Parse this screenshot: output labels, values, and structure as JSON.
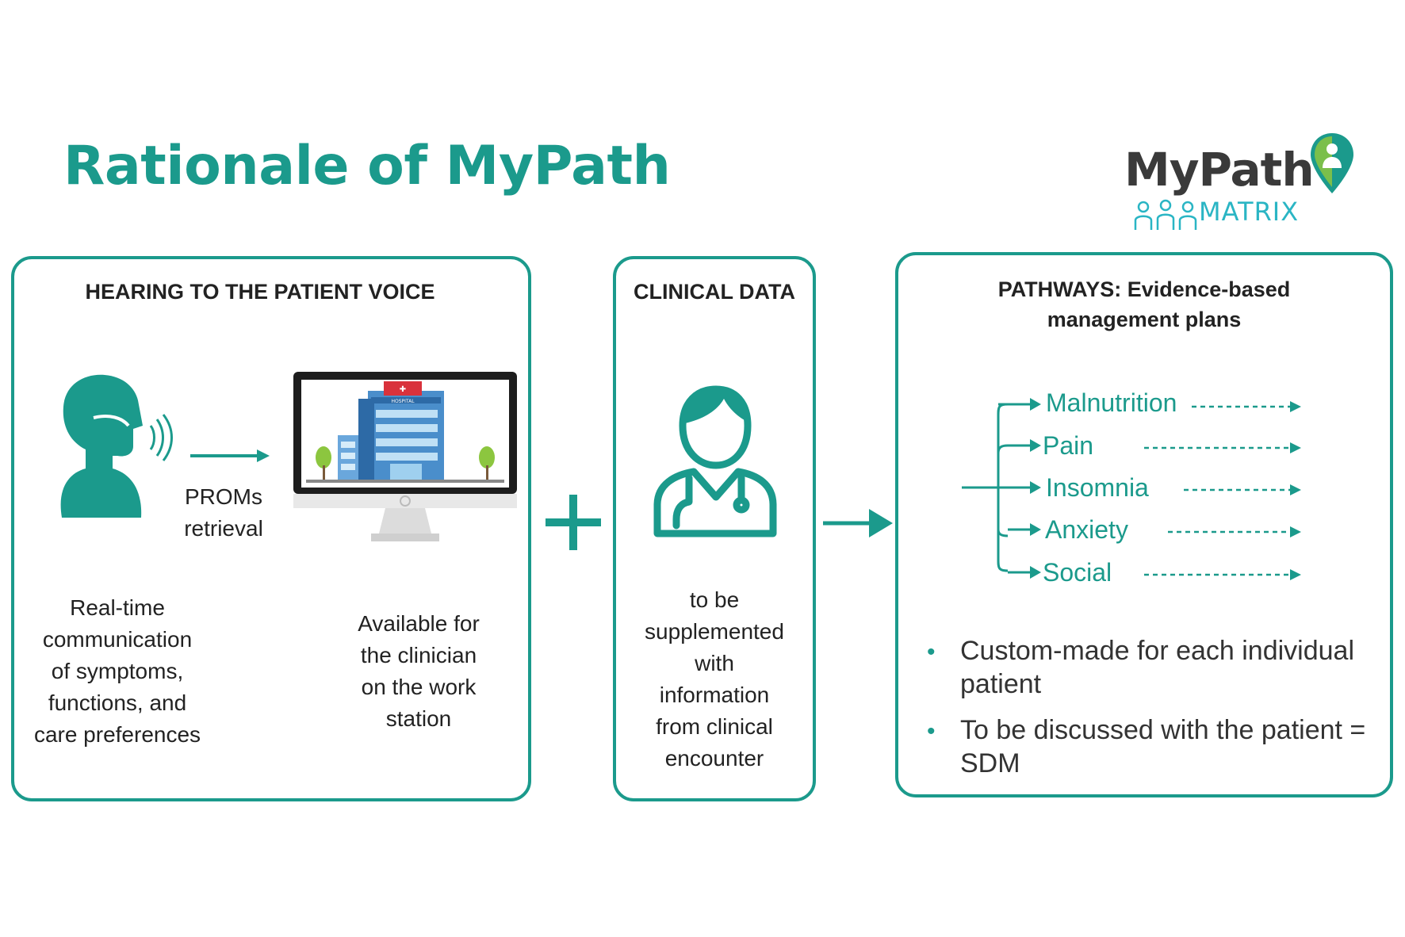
{
  "title": "Rationale of MyPath",
  "brand": {
    "name": "MyPath",
    "sub": "MATRIX",
    "color": "#1b9a8c"
  },
  "panel_patient": {
    "title": "HEARING TO THE PATIENT VOICE",
    "arrow_label_1": "PROMs",
    "arrow_label_2": "retrieval",
    "patient_text": [
      "Real-time",
      "communication",
      "of symptoms,",
      "functions, and",
      "care preferences"
    ],
    "station_text": [
      "Available for",
      "the clinician",
      "on the work",
      "station"
    ],
    "hospital_sign": "HOSPITAL"
  },
  "plus_icon": "plus-icon",
  "panel_clinical": {
    "title": "CLINICAL DATA",
    "text": [
      "to be",
      "supplemented",
      "with",
      "information",
      "from clinical",
      "encounter"
    ]
  },
  "panel_pathways": {
    "title_1": "PATHWAYS: Evidence-based",
    "title_2": "management plans",
    "branches": [
      "Malnutrition",
      "Pain",
      "Insomnia",
      "Anxiety",
      "Social"
    ],
    "bullets": [
      [
        "Custom-made for each individual",
        "patient"
      ],
      [
        "To be discussed with the patient =",
        "SDM"
      ]
    ]
  },
  "colors": {
    "teal": "#1b9a8c",
    "teal_light": "#2ab5c4",
    "hospital_blue": "#4a8ecb"
  }
}
